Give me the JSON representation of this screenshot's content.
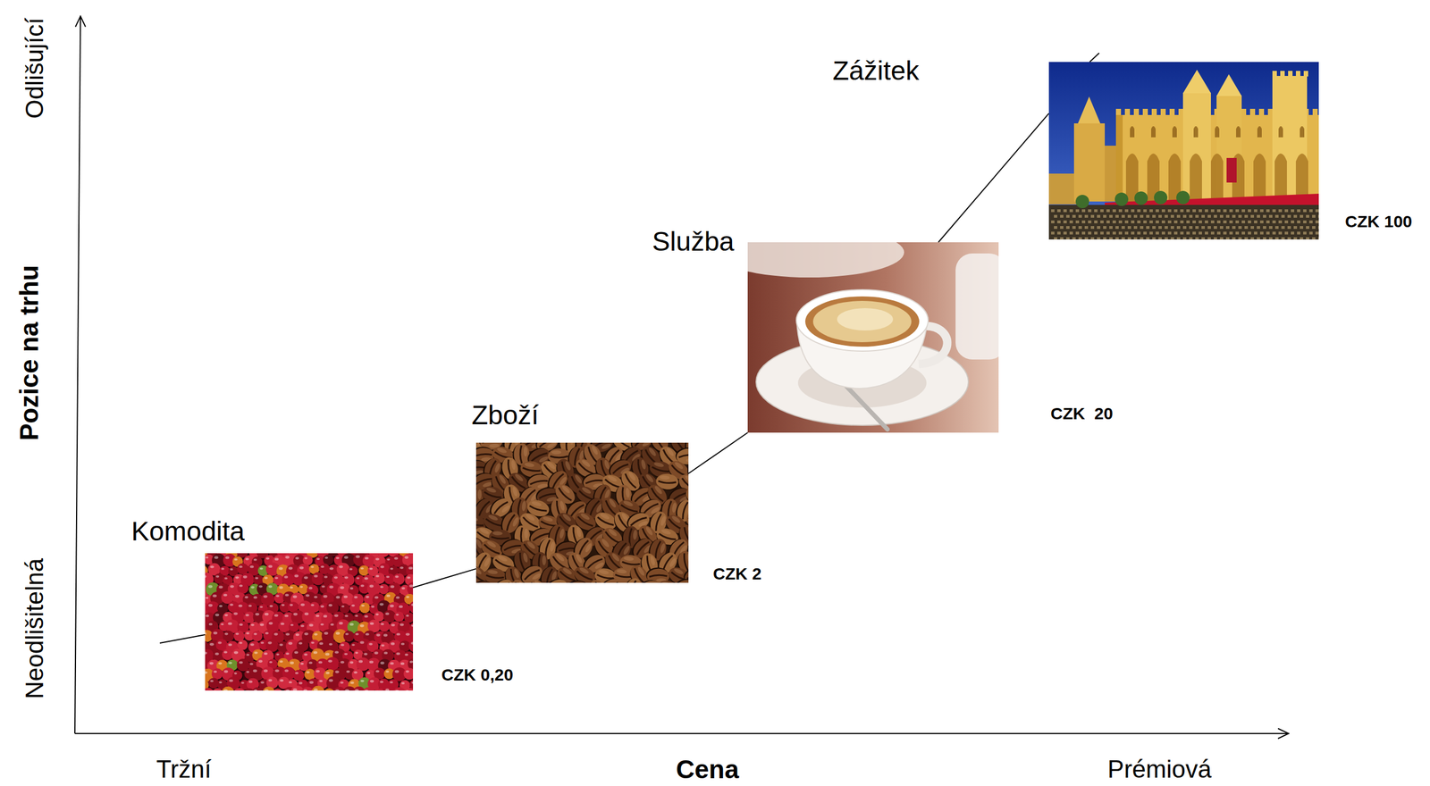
{
  "diagram": {
    "nodes": [
      {
        "text": [
          "Komodita",
          "CZK 0,20"
        ]
      },
      {
        "text": [
          "Zboží",
          "CZK 2"
        ]
      },
      {
        "text": [
          "Služba",
          "CZK  20"
        ]
      },
      {
        "text": [
          "Zážitek",
          "CZK 100"
        ]
      }
    ],
    "edges": [
      {
        "from": 0,
        "to": 1,
        "arrow": "none"
      },
      {
        "from": 1,
        "to": 2,
        "arrow": "none"
      },
      {
        "from": 2,
        "to": 3,
        "arrow": "none"
      }
    ],
    "labels": [
      "Odlišující",
      "Pozice na trhu",
      "Neodlišitelná",
      "Tržní",
      "Cena",
      "Prémiová"
    ]
  }
}
